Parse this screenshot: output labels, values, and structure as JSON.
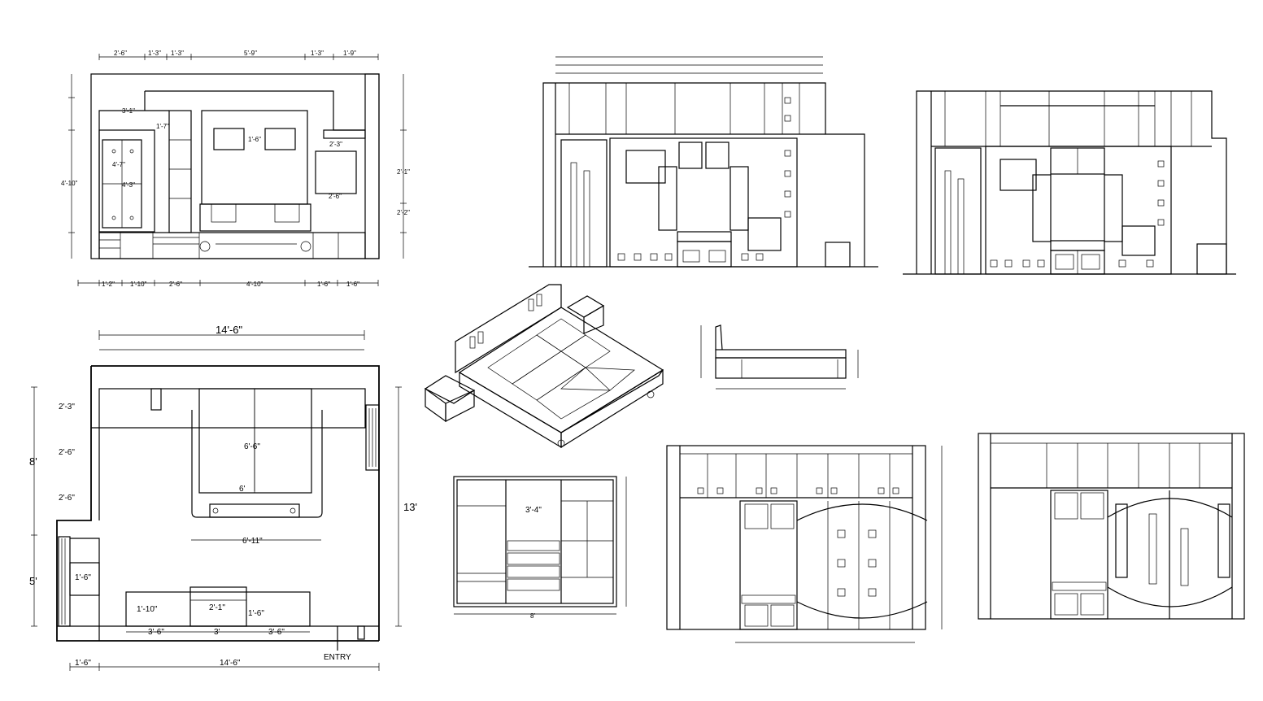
{
  "plan": {
    "width_top": "14'-6\"",
    "width_bottom": "14'-6\"",
    "offset_bottom": "1'-6\"",
    "left_8": "8'",
    "left_5": "5'",
    "right_13": "13'",
    "wardrobe_2_3": "2'-3\"",
    "wardrobe_2_6a": "2'-6\"",
    "wardrobe_2_6b": "2'-6\"",
    "bed_length": "6'-6\"",
    "bed_width": "6'",
    "bed_frame": "6'-11\"",
    "side_1_6": "1'-6\"",
    "desk_1_10": "1'-10\"",
    "desk_2_1": "2'-1\"",
    "desk_1_6": "1'-6\"",
    "desk_3_6a": "3'-6\"",
    "desk_3": "3'",
    "desk_3_6b": "3'-6\"",
    "entry": "ENTRY"
  },
  "elevation_a": {
    "top_dims": [
      "2'-6\"",
      "1'-3\"",
      "1'-3\"",
      "5'-9\"",
      "1'-3\"",
      "1'-9\""
    ],
    "bottom_dims": [
      "1'-2\"",
      "1'-10\"",
      "2'-6\"",
      "4'-10\"",
      "1'-6\"",
      "1'-6\""
    ],
    "label_3_1": "3'-1\"",
    "label_1_7": "1'-7\"",
    "label_4_7": "4'-7\"",
    "label_4_3": "4'-3\"",
    "label_2_3": "2'-3\"",
    "label_2_6": "2'-6\"",
    "label_4_10": "4'-10\"",
    "label_1_6": "1'-6\"",
    "label_2_1": "2'-1\"",
    "label_2_2": "2'-2\""
  },
  "wardrobe": {
    "width": "3'-4\"",
    "bottom": "8'"
  }
}
